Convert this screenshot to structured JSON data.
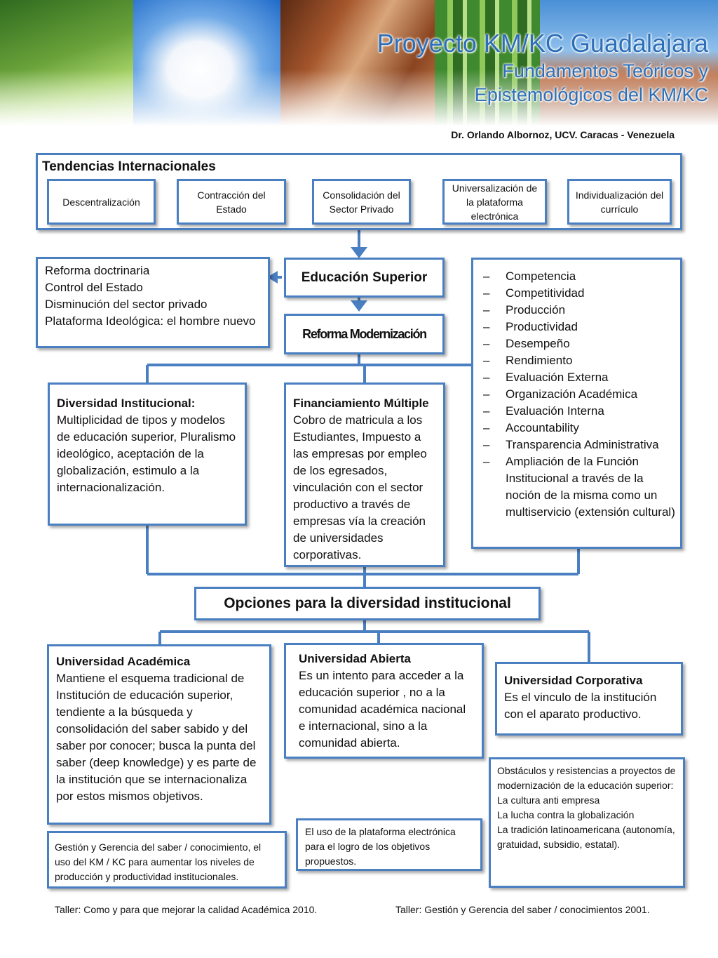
{
  "header": {
    "title": "Proyecto KM/KC Guadalajara",
    "subtitle_line1": "Fundamentos Teóricos y",
    "subtitle_line2": "Epistemológicos del KM/KC",
    "author": "Dr. Orlando Albornoz, UCV.  Caracas - Venezuela"
  },
  "tendencias": {
    "heading": "Tendencias Internacionales",
    "items": [
      "Descentralización",
      "Contracción del Estado",
      "Consolidación del Sector Privado",
      "Universalización de la plataforma electrónica",
      "Individualización del currículo"
    ]
  },
  "reforma_box": {
    "lines": [
      "Reforma doctrinaria",
      "Control del Estado",
      "Disminución del sector privado",
      "Plataforma Ideológica: el hombre nuevo"
    ]
  },
  "educacion_superior": "Educación Superior",
  "reforma_modernizacion": "Reforma Modernización",
  "competencias": [
    "Competencia",
    "Competitividad",
    "Producción",
    "Productividad",
    "Desempeño",
    "Rendimiento",
    "Evaluación Externa",
    "Organización Académica",
    "Evaluación Interna",
    "Accountability",
    "Transparencia Administrativa",
    "Ampliación de la Función Institucional a través de la noción de la misma como un multiservicio (extensión cultural)"
  ],
  "diversidad": {
    "heading": "Diversidad Institucional:",
    "body": "Multiplicidad de tipos y modelos de educación superior, Pluralismo ideológico, aceptación de la globalización, estimulo a la internacionalización."
  },
  "financiamiento": {
    "heading": "Financiamiento Múltiple",
    "body": "Cobro de matricula a los Estudiantes, Impuesto a las empresas por empleo de los egresados, vinculación con el sector productivo a través de empresas vía la creación de universidades corporativas."
  },
  "opciones": "Opciones para la diversidad institucional",
  "academica": {
    "heading": "Universidad Académica",
    "body": "Mantiene el esquema tradicional de Institución de educación superior, tendiente a la búsqueda y consolidación del saber sabido y del saber por conocer; busca la punta del saber (deep knowledge) y es parte de la institución que se internacionaliza por estos mismos objetivos."
  },
  "abierta": {
    "heading": "Universidad Abierta",
    "body": "Es un intento para acceder a la educación superior , no a la comunidad académica nacional e internacional, sino a la comunidad abierta."
  },
  "corporativa": {
    "heading": "Universidad Corporativa",
    "body": "Es el vinculo de la institución con el aparato productivo."
  },
  "gestion": "Gestión y Gerencia del saber / conocimiento, el uso del KM / KC para aumentar los niveles de producción y productividad institucionales.",
  "plataforma": "El uso de la plataforma electrónica para el logro de los objetivos propuestos.",
  "obstaculos": {
    "lines": [
      "Obstáculos y resistencias a proyectos de modernización de la educación superior:",
      "La cultura anti empresa",
      "La lucha contra la globalización",
      "La tradición latinoamericana (autonomía, gratuidad, subsidio, estatal)."
    ]
  },
  "footer": {
    "left": "Taller: Como y para que mejorar la calidad Académica 2010.",
    "right": "Taller: Gestión y Gerencia del saber / conocimientos 2001."
  },
  "colors": {
    "accent": "#4a7fc1",
    "title": "#2c6fb8"
  }
}
